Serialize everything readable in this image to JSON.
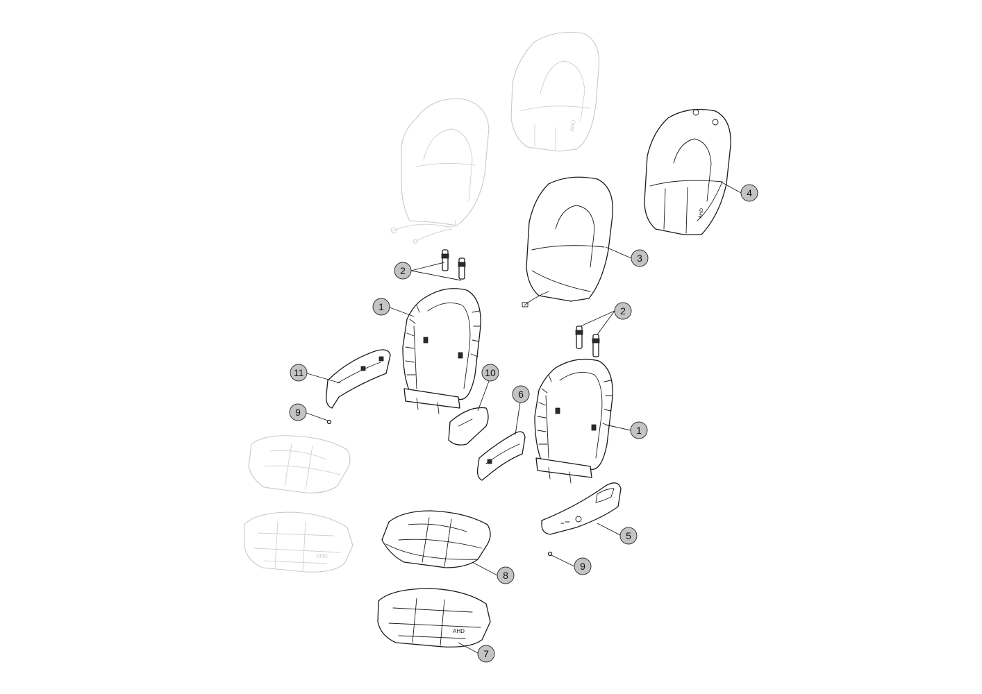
{
  "callouts": {
    "c1a": "1",
    "c1b": "1",
    "c2a": "2",
    "c2b": "2",
    "c3": "3",
    "c4": "4",
    "c5": "5",
    "c6": "6",
    "c7": "7",
    "c8": "8",
    "c9a": "9",
    "c9b": "9",
    "c10": "10",
    "c11": "11"
  }
}
